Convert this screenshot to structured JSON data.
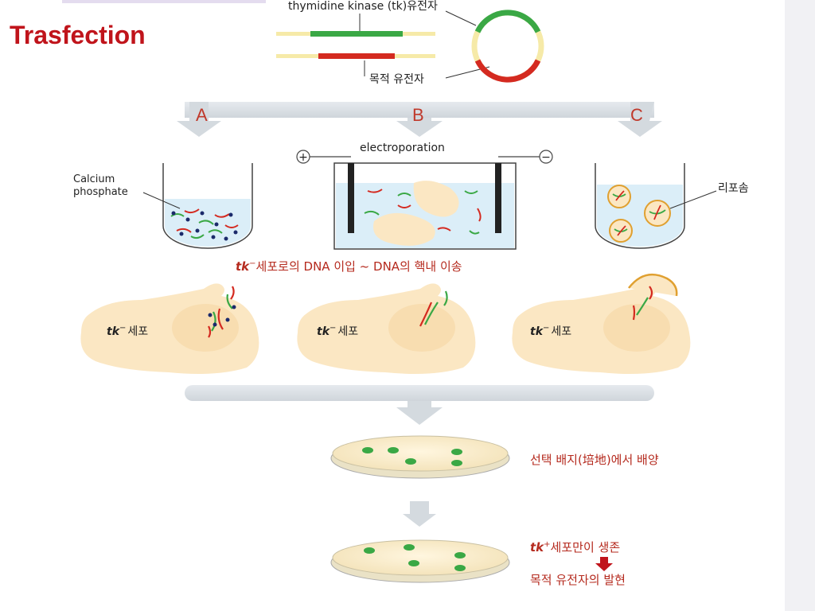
{
  "title": "Trasfection",
  "labels": {
    "tk_gene": "thymidine kinase (tk)유전자",
    "target_gene": "목적 유전자",
    "method_a": "A",
    "method_b": "B",
    "method_c": "C",
    "electroporation": "electroporation",
    "calcium_line1": "Calcium",
    "calcium_line2": "phosphate",
    "liposome": "리포솜",
    "uptake_prefix": "tk",
    "uptake_text": "세포로의 DNA 이입 ~ DNA의 핵내 이송",
    "cell_label_prefix": "tk",
    "cell_label_text": "세포",
    "culture": "선택 배지(培地)에서 배양",
    "survive_prefix": "tk",
    "survive_text": "세포만이 생존",
    "expression": "목적 유전자의 발현",
    "plus_sign": "+",
    "minus_sign": "−"
  },
  "colors": {
    "tk_gene": "#3aa845",
    "target_gene": "#d42a20",
    "arrow": "#d4dadf",
    "cell": "#fbe7c3",
    "label_red": "#b52a1e",
    "dot": "#1b2a6b"
  }
}
